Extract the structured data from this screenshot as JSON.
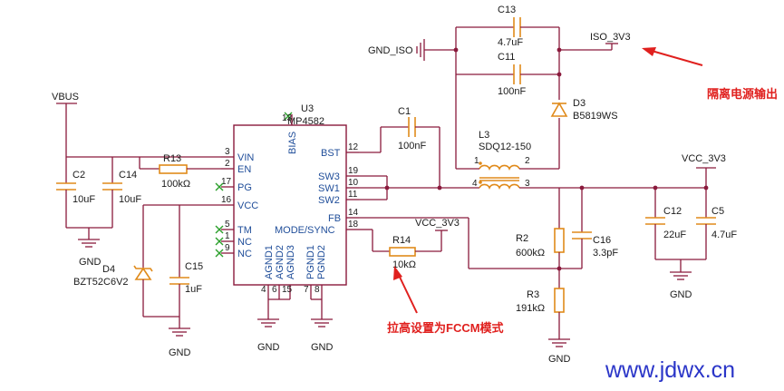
{
  "labels": {
    "vbus": "VBUS",
    "gnd_iso": "GND_ISO",
    "iso_3v3": "ISO_3V3",
    "vcc_3v3_right": "VCC_3V3",
    "vcc_3v3_mid": "VCC_3V3",
    "gnd": "GND"
  },
  "chip": {
    "ref": "U3",
    "part": "MP4582",
    "pins_left": [
      "VIN",
      "EN",
      "PG",
      "VCC",
      "TM",
      "NC",
      "NC"
    ],
    "pins_left_num": [
      "3",
      "2",
      "17",
      "16",
      "5",
      "1",
      "9"
    ],
    "pins_right": [
      "BST",
      "SW3",
      "SW1",
      "SW2",
      "FB",
      "MODE/SYNC"
    ],
    "pins_right_num": [
      "12",
      "19",
      "10",
      "11",
      "14",
      "18"
    ],
    "bias": "BIAS",
    "bias_num": "13",
    "bottom_pins": [
      "AGND1",
      "AGND2",
      "AGND3",
      "PGND1",
      "PGND2"
    ],
    "bottom_nums": [
      "4",
      "6",
      "15",
      "7",
      "8"
    ]
  },
  "components": {
    "c2": {
      "ref": "C2",
      "value": "10uF"
    },
    "c14": {
      "ref": "C14",
      "value": "10uF"
    },
    "r13": {
      "ref": "R13",
      "value": "100kΩ"
    },
    "d4": {
      "ref": "D4",
      "value": "BZT52C6V2"
    },
    "c15": {
      "ref": "C15",
      "value": "1uF"
    },
    "c1": {
      "ref": "C1",
      "value": "100nF"
    },
    "c13": {
      "ref": "C13",
      "value": "4.7uF"
    },
    "c11": {
      "ref": "C11",
      "value": "100nF"
    },
    "d3": {
      "ref": "D3",
      "value": "B5819WS"
    },
    "l3": {
      "ref": "L3",
      "value": "SDQ12-150"
    },
    "r2": {
      "ref": "R2",
      "value": "600kΩ"
    },
    "r3": {
      "ref": "R3",
      "value": "191kΩ"
    },
    "c16": {
      "ref": "C16",
      "value": "3.3pF"
    },
    "r14": {
      "ref": "R14",
      "value": "10kΩ"
    },
    "c12": {
      "ref": "C12",
      "value": "22uF"
    },
    "c5": {
      "ref": "C5",
      "value": "4.7uF"
    }
  },
  "l3_pins": [
    "1",
    "2",
    "4",
    "3"
  ],
  "annotations": {
    "isolated_output": "隔离电源输出",
    "fccm": "拉高设置为FCCM模式"
  },
  "watermark": "www.jdwx.cn",
  "colors": {
    "wire": "#8a1a3c",
    "component": "#e08a1a",
    "ic_text": "#1f4d99",
    "annotation": "#e0201e",
    "watermark": "#2a35c8"
  }
}
